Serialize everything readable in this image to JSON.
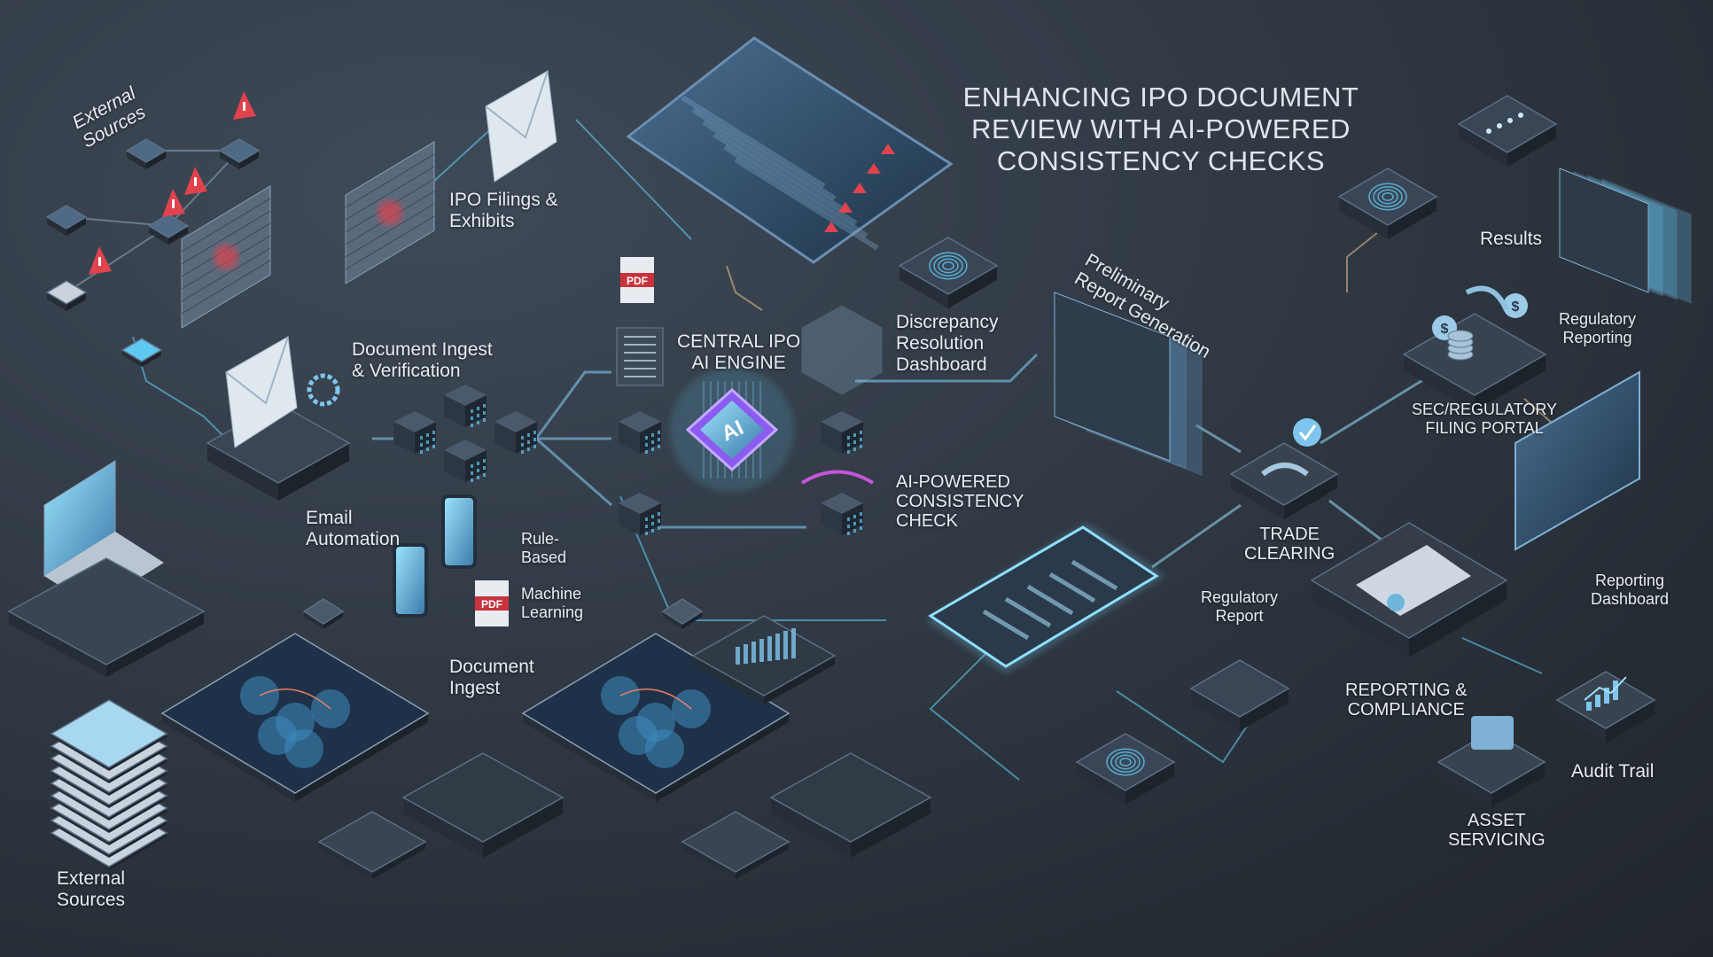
{
  "title": "ENHANCING IPO DOCUMENT REVIEW WITH AI-POWERED CONSISTENCY CHECKS",
  "labels": {
    "external_sources_top": "External\nSources",
    "ipo_filings": "IPO Filings &\nExhibits",
    "document_ingest_verification": "Document Ingest\n& Verification",
    "central_engine": "CENTRAL IPO\nAI ENGINE",
    "discrepancy_dashboard": "Discrepancy\nResolution\nDashboard",
    "preliminary_report": "Preliminary\nReport Generation",
    "results": "Results",
    "regulatory_reporting": "Regulatory\nReporting",
    "sec_portal": "SEC/REGULATORY\nFILING PORTAL",
    "consistency_check": "AI-POWERED\nCONSISTENCY\nCHECK",
    "trade_clearing": "TRADE\nCLEARING",
    "email_automation": "Email\nAutomation",
    "rule_based": "Rule-\nBased",
    "machine_learning": "Machine\nLearning",
    "document_ingest": "Document\nIngest",
    "regulatory_report": "Regulatory\nReport",
    "reporting_dashboard": "Reporting\nDashboard",
    "reporting_compliance": "REPORTING &\nCOMPLIANCE",
    "audit_trail": "Audit Trail",
    "asset_servicing": "ASSET\nSERVICING",
    "external_sources_bottom": "External\nSources"
  },
  "icons": {
    "pdf_label": "PDF",
    "ai_chip_label": "AI",
    "currency_label": "$"
  },
  "colors": {
    "accent": "#5fc8f0",
    "alert": "#e0424e",
    "panel": "#3b4654",
    "panel_edge": "#5b6f86",
    "chip": "#8a5cf0"
  }
}
